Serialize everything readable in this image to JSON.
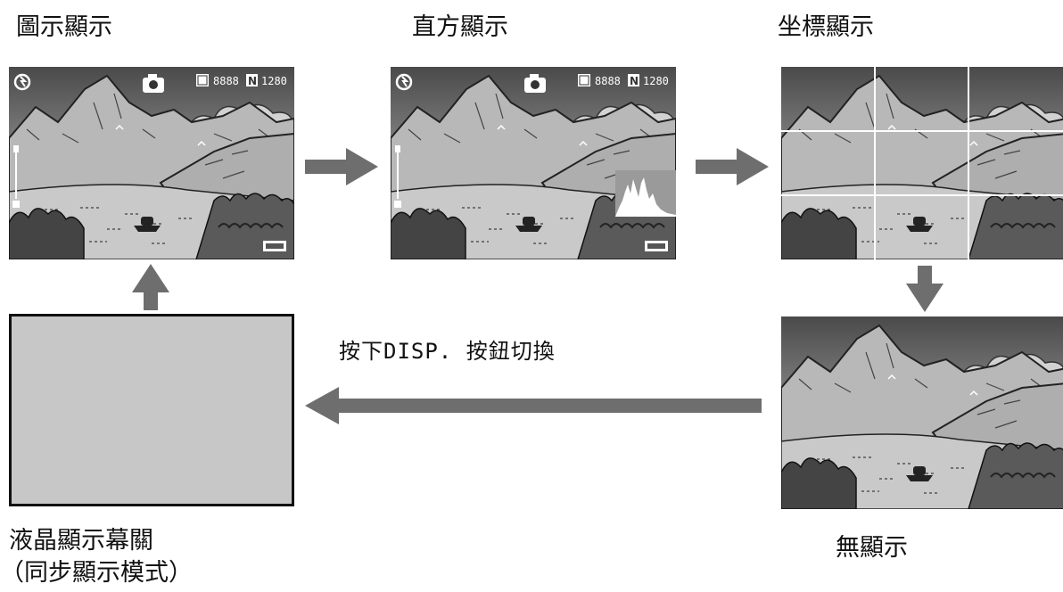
{
  "modes": {
    "icon_display": "圖示顯示",
    "histogram_display": "直方顯示",
    "grid_display": "坐標顯示",
    "no_display": "無顯示",
    "lcd_off_line1": "液晶顯示幕關",
    "lcd_off_line2": "（同步顯示模式）"
  },
  "instruction": "按下DISP. 按鈕切換",
  "osd": {
    "frames_remaining": "8888",
    "quality": "N",
    "image_size": "1280",
    "icons": [
      "flash-off-icon",
      "camera-mode-icon",
      "memory-card-icon",
      "zoom-bar-icon",
      "battery-icon"
    ]
  },
  "colors": {
    "arrow": "#6e6e6e",
    "grid_line": "#ffffff",
    "lcd_off_fill": "#c7c7c7",
    "histogram_fill": "#ffffff"
  },
  "flow": [
    "icon_display",
    "histogram_display",
    "grid_display",
    "no_display",
    "lcd_off"
  ]
}
